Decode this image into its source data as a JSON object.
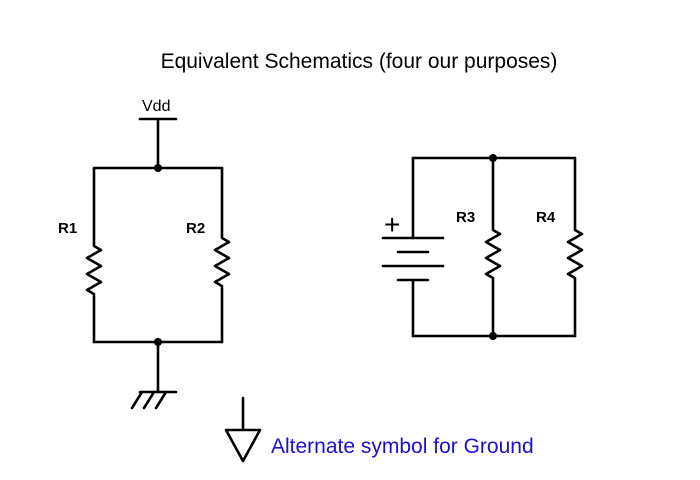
{
  "slide": {
    "title": "Equivalent Schematics (four our purposes)",
    "alt_ground_label": "Alternate symbol for Ground",
    "alt_label_color": "#1a10d0"
  },
  "circuit_left": {
    "supply_label": "Vdd",
    "resistor_1": "R1",
    "resistor_2": "R2",
    "ground_symbol": "chassis-ground"
  },
  "circuit_right": {
    "battery_polarity": "+",
    "resistor_3": "R3",
    "resistor_4": "R4"
  },
  "legend_symbol": "triangle-ground"
}
